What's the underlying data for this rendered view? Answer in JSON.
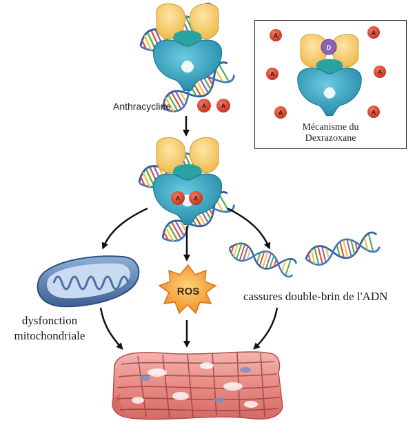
{
  "labels": {
    "anthracycline": "Anthracycline",
    "inset_caption_line1": "Mécanisme du",
    "inset_caption_line2": "Dexrazoxane",
    "ros": "ROS",
    "dsb": "cassures double-brin de l'ADN",
    "mito_line1": "dysfonction",
    "mito_line2": "mitochondriale"
  },
  "molecule_letters": {
    "anthracycline": "A",
    "dexrazoxane": "D"
  },
  "icons": [
    "topoisomerase-icon",
    "dna-helix-icon",
    "anthracycline-molecule-icon",
    "dexrazoxane-molecule-icon",
    "mitochondrion-icon",
    "ros-burst-icon",
    "muscle-fiber-icon",
    "arrow-icon"
  ],
  "colors": {
    "enzyme_teal": "#3aa7c4",
    "enzyme_yellow": "#f6cf72",
    "drug_red": "#d9432e",
    "dexrazoxane_purple": "#8a63b6",
    "ros_orange": "#f2a33c",
    "mito_blue": "#5b7fb0",
    "muscle_pink": "#e88f8a"
  }
}
